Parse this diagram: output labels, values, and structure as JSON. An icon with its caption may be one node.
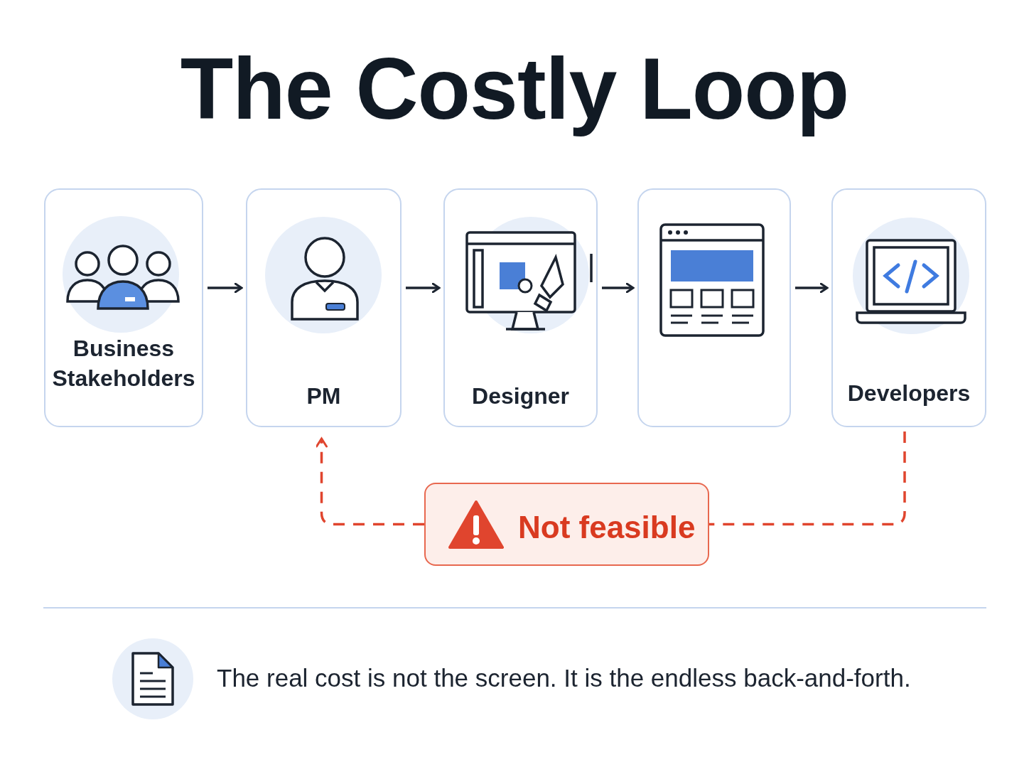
{
  "diagram": {
    "title": "The Costly Loop",
    "nodes": [
      {
        "text": [
          "Business Stakeholders"
        ]
      },
      {
        "text": [
          "PM"
        ]
      },
      {
        "text": [
          "Designer"
        ]
      },
      {
        "text": [],
        "shape": "box"
      },
      {
        "text": [
          "Developers"
        ]
      },
      {
        "text": [
          "Not feasible"
        ]
      }
    ],
    "edges": [
      {
        "from": 0,
        "to": 1,
        "arrow": "to"
      },
      {
        "from": 1,
        "to": 2,
        "arrow": "to"
      },
      {
        "from": 2,
        "to": 3,
        "arrow": "to"
      },
      {
        "from": 3,
        "to": 4,
        "arrow": "to"
      },
      {
        "from": 4,
        "to": 5,
        "arrow": "none",
        "style": "dashed",
        "color": "#e0452e"
      },
      {
        "from": 5,
        "to": 1,
        "arrow": "to",
        "style": "dashed",
        "color": "#e0452e"
      }
    ],
    "labels": [
      "The real cost is not the screen. It is the endless back-and-forth."
    ]
  }
}
